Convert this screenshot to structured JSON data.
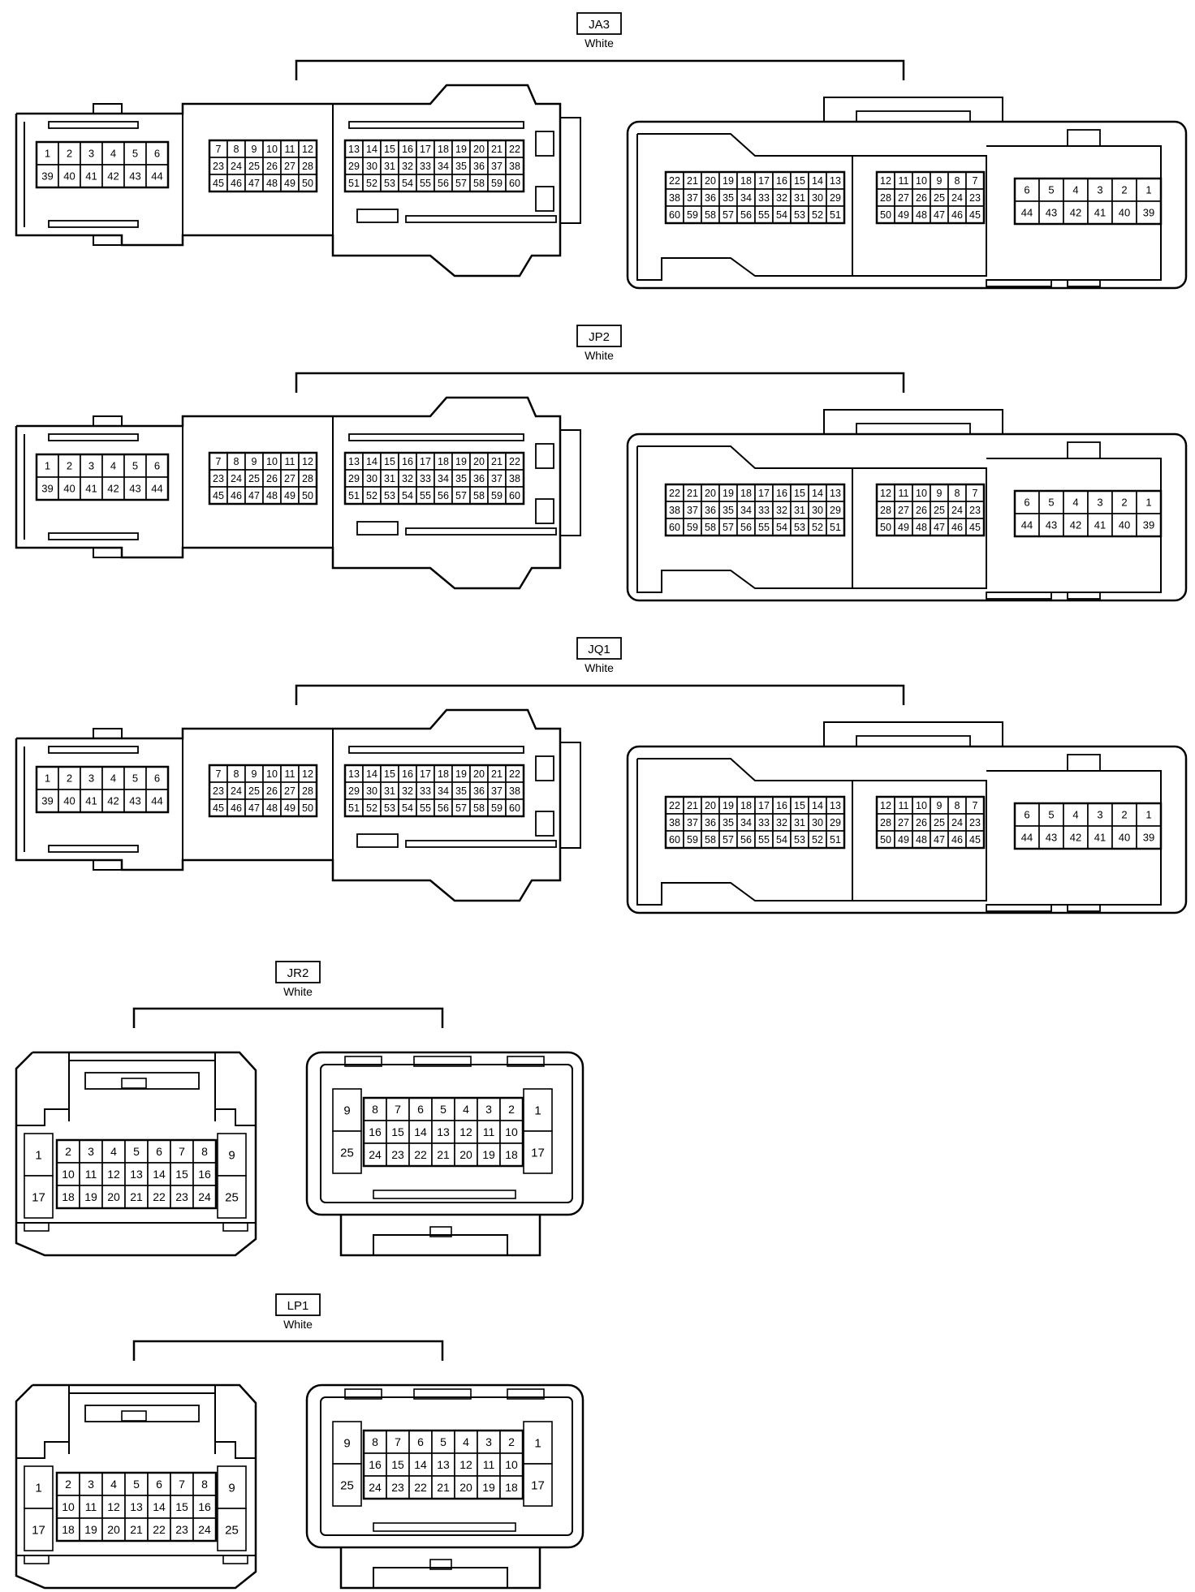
{
  "large_connectors": [
    {
      "id": "JA3",
      "color": "White"
    },
    {
      "id": "JP2",
      "color": "White"
    },
    {
      "id": "JQ1",
      "color": "White"
    }
  ],
  "small_connectors": [
    {
      "id": "JR2",
      "color": "White"
    },
    {
      "id": "LP1",
      "color": "White"
    }
  ],
  "female_large": {
    "block_a": [
      [
        1,
        2,
        3,
        4,
        5,
        6
      ],
      [
        39,
        40,
        41,
        42,
        43,
        44
      ]
    ],
    "block_b": [
      [
        7,
        8,
        9,
        10,
        11,
        12
      ],
      [
        23,
        24,
        25,
        26,
        27,
        28
      ],
      [
        45,
        46,
        47,
        48,
        49,
        50
      ]
    ],
    "block_c": [
      [
        13,
        14,
        15,
        16,
        17,
        18,
        19,
        20,
        21,
        22
      ],
      [
        29,
        30,
        31,
        32,
        33,
        34,
        35,
        36,
        37,
        38
      ],
      [
        51,
        52,
        53,
        54,
        55,
        56,
        57,
        58,
        59,
        60
      ]
    ]
  },
  "male_large": {
    "block_a": [
      [
        22,
        21,
        20,
        19,
        18,
        17,
        16,
        15,
        14,
        13
      ],
      [
        38,
        37,
        36,
        35,
        34,
        33,
        32,
        31,
        30,
        29
      ],
      [
        60,
        59,
        58,
        57,
        56,
        55,
        54,
        53,
        52,
        51
      ]
    ],
    "block_b": [
      [
        12,
        11,
        10,
        9,
        8,
        7
      ],
      [
        28,
        27,
        26,
        25,
        24,
        23
      ],
      [
        50,
        49,
        48,
        47,
        46,
        45
      ]
    ],
    "block_c": [
      [
        6,
        5,
        4,
        3,
        2,
        1
      ],
      [
        44,
        43,
        42,
        41,
        40,
        39
      ]
    ]
  },
  "female_small": {
    "left": [
      1,
      17
    ],
    "grid": [
      [
        2,
        3,
        4,
        5,
        6,
        7,
        8
      ],
      [
        10,
        11,
        12,
        13,
        14,
        15,
        16
      ],
      [
        18,
        19,
        20,
        21,
        22,
        23,
        24
      ]
    ],
    "right": [
      9,
      25
    ]
  },
  "male_small": {
    "left": [
      9,
      25
    ],
    "grid": [
      [
        8,
        7,
        6,
        5,
        4,
        3,
        2
      ],
      [
        16,
        15,
        14,
        13,
        12,
        11,
        10
      ],
      [
        24,
        23,
        22,
        21,
        20,
        19,
        18
      ]
    ],
    "right": [
      1,
      17
    ]
  }
}
